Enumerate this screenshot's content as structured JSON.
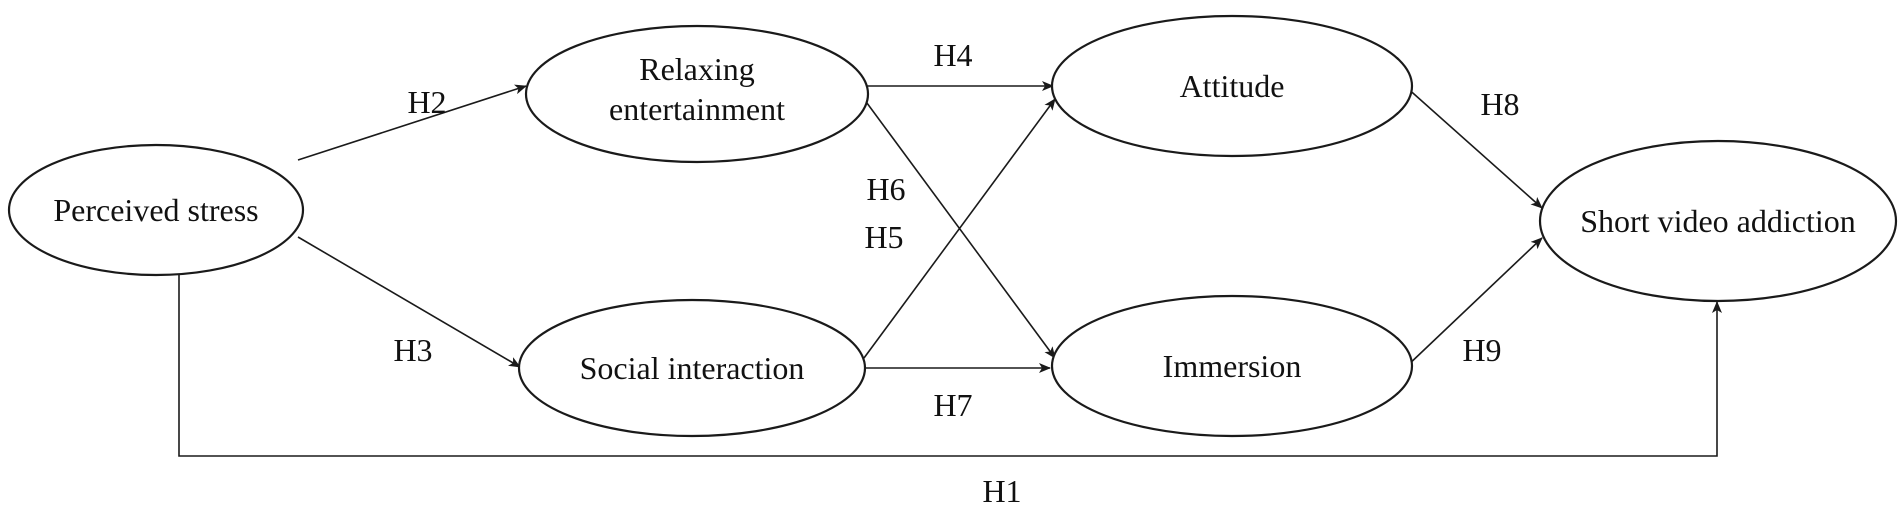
{
  "nodes": {
    "perceived_stress": [
      "Perceived stress"
    ],
    "relaxing_entertainment": [
      "Relaxing",
      "entertainment"
    ],
    "social_interaction": [
      "Social interaction"
    ],
    "attitude": [
      "Attitude"
    ],
    "immersion": [
      "Immersion"
    ],
    "short_video_addiction": [
      "Short video addiction"
    ]
  },
  "edges": {
    "h1": {
      "label": "H1",
      "from": "perceived_stress",
      "to": "short_video_addiction"
    },
    "h2": {
      "label": "H2",
      "from": "perceived_stress",
      "to": "relaxing_entertainment"
    },
    "h3": {
      "label": "H3",
      "from": "perceived_stress",
      "to": "social_interaction"
    },
    "h4": {
      "label": "H4",
      "from": "relaxing_entertainment",
      "to": "attitude"
    },
    "h5": {
      "label": "H5",
      "from": "social_interaction",
      "to": "attitude"
    },
    "h6": {
      "label": "H6",
      "from": "relaxing_entertainment",
      "to": "immersion"
    },
    "h7": {
      "label": "H7",
      "from": "social_interaction",
      "to": "immersion"
    },
    "h8": {
      "label": "H8",
      "from": "attitude",
      "to": "short_video_addiction"
    },
    "h9": {
      "label": "H9",
      "from": "immersion",
      "to": "short_video_addiction"
    }
  }
}
